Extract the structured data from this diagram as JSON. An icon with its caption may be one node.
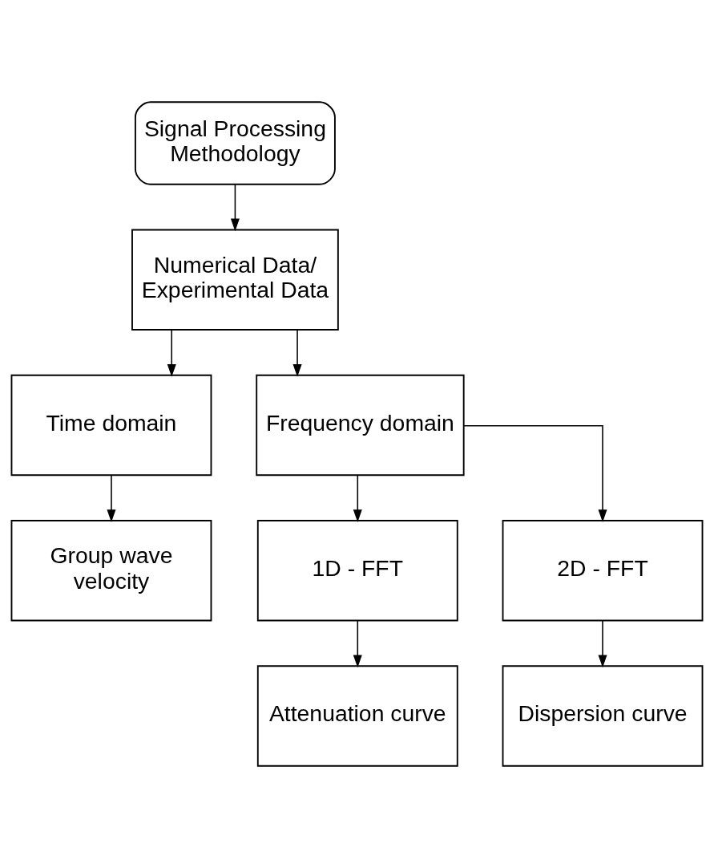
{
  "diagram": {
    "nodes": [
      {
        "text": [
          "Signal Processing Methodology"
        ]
      },
      {
        "text": [
          "Numerical Data/ Experimental Data"
        ]
      },
      {
        "text": [
          "Time domain"
        ]
      },
      {
        "text": [
          "Frequency domain"
        ]
      },
      {
        "text": [
          "Group wave velocity"
        ]
      },
      {
        "text": [
          "1D - FFT"
        ]
      },
      {
        "text": [
          "2D - FFT"
        ]
      },
      {
        "text": [
          "Attenuation curve"
        ]
      },
      {
        "text": [
          "Dispersion curve"
        ]
      }
    ],
    "edges": [
      {
        "from": 0,
        "to": 1,
        "arrow": "to"
      },
      {
        "from": 1,
        "to": 2,
        "arrow": "to"
      },
      {
        "from": 1,
        "to": 3,
        "arrow": "to"
      },
      {
        "from": 2,
        "to": 4,
        "arrow": "to"
      },
      {
        "from": 3,
        "to": 5,
        "arrow": "to"
      },
      {
        "from": 3,
        "to": 6,
        "arrow": "to"
      },
      {
        "from": 5,
        "to": 7,
        "arrow": "to"
      },
      {
        "from": 6,
        "to": 8,
        "arrow": "to"
      }
    ]
  }
}
